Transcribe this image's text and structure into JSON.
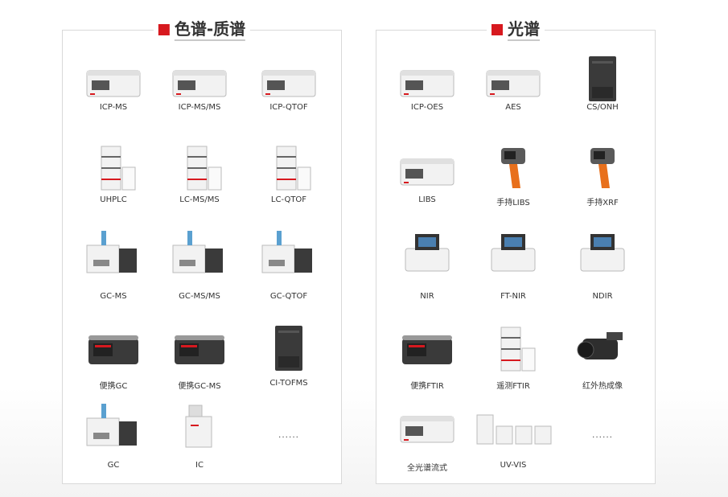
{
  "panels": [
    {
      "title": "色谱-质谱",
      "items": [
        "ICP-MS",
        "ICP-MS/MS",
        "ICP-QTOF",
        "UHPLC",
        "LC-MS/MS",
        "LC-QTOF",
        "GC-MS",
        "GC-MS/MS",
        "GC-QTOF",
        "便携GC",
        "便携GC-MS",
        "CI-TOFMS",
        "GC",
        "IC"
      ],
      "more": "......"
    },
    {
      "title": "光谱",
      "items": [
        "ICP-OES",
        "AES",
        "CS/ONH",
        "LIBS",
        "手持LIBS",
        "手持XRF",
        "NIR",
        "FT-NIR",
        "NDIR",
        "便携FTIR",
        "遥测FTIR",
        "红外热成像",
        "全光谱流式",
        "UV-VIS"
      ],
      "more": "......"
    }
  ],
  "colors": {
    "accent": "#d7191f",
    "border": "#d9d9d9",
    "text": "#333333",
    "instrument_body": "#f2f2f2",
    "instrument_dark": "#3a3a3a",
    "handheld_orange": "#e8701c"
  },
  "icons": [
    "red-square-icon",
    "instrument-icon"
  ]
}
